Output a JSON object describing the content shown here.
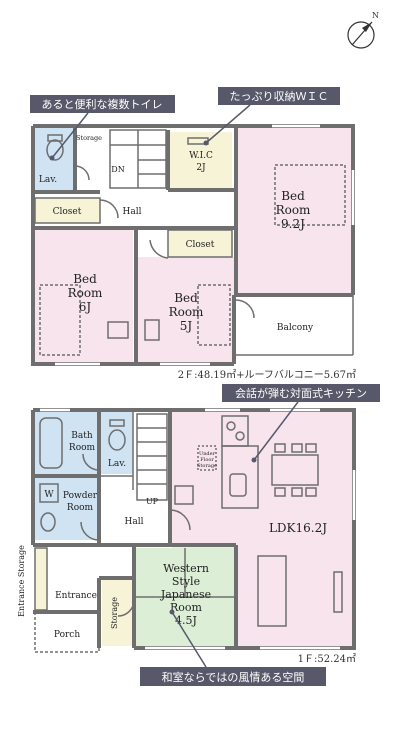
{
  "callouts": {
    "toilet": "あると便利な複数トイレ",
    "wic": "たっぷり収納ＷＩＣ",
    "kitchen": "会話が弾む対面式キッチン",
    "japanese": "和室ならではの風情ある空間"
  },
  "floor2": {
    "area": "2Ｆ:48.19㎡+ルーフバルコニー5.67㎡",
    "storage": "Storage",
    "lav": "Lav.",
    "dn": "DN",
    "wic_line1": "W.I.C",
    "wic_line2": "2J",
    "closet_left": "Closet",
    "hall": "Hall",
    "closet_mid": "Closet",
    "bed_left_1": "Bed",
    "bed_left_2": "Room",
    "bed_left_3": "6J",
    "bed_mid_1": "Bed",
    "bed_mid_2": "Room",
    "bed_mid_3": "5J",
    "bed_right_1": "Bed",
    "bed_right_2": "Room",
    "bed_right_3": "9.2J",
    "balcony": "Balcony"
  },
  "floor1": {
    "area": "1Ｆ:52.24㎡",
    "bath_1": "Bath",
    "bath_2": "Room",
    "lav": "Lav.",
    "w": "W",
    "powder_1": "Powder",
    "powder_2": "Room",
    "up": "UP",
    "hall": "Hall",
    "underfloor_1": "Under",
    "underfloor_2": "Floor",
    "underfloor_3": "Storage",
    "ldk": "LDK16.2J",
    "entrance_storage": "Entrance Storage",
    "entrance": "Entrance",
    "porch": "Porch",
    "storage": "Storage",
    "jp_1": "Western",
    "jp_2": "Style",
    "jp_3": "Japanese",
    "jp_4": "Room",
    "jp_5": "4.5J"
  },
  "colors": {
    "wall": "#6e6e6e",
    "pink": "#f7e4ec",
    "blue": "#cfe3f2",
    "yellow": "#f6f3d6",
    "green": "#dcefd6",
    "callout": "#57596a"
  }
}
